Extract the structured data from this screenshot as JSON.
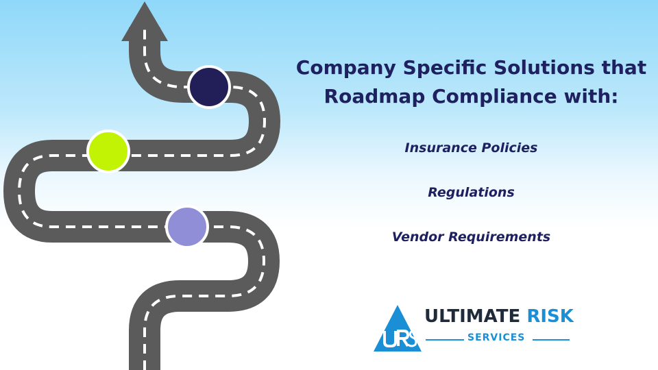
{
  "headline": {
    "line1": "Company Specific Solutions that",
    "line2": "Roadmap Compliance with:"
  },
  "items": [
    "Insurance Policies",
    "Regulations",
    "Vendor Requirements"
  ],
  "logo": {
    "word1": "ULTIMATE",
    "word2": "RISK",
    "sub": "SERVICES",
    "monogram": "URS"
  },
  "colors": {
    "road": "#5b5b5b",
    "dash": "#ffffff",
    "milestone_top": "#221e57",
    "milestone_mid": "#c2f304",
    "milestone_bottom": "#8f8ed6",
    "text": "#1f2060",
    "brand_blue": "#1a8fd6"
  }
}
